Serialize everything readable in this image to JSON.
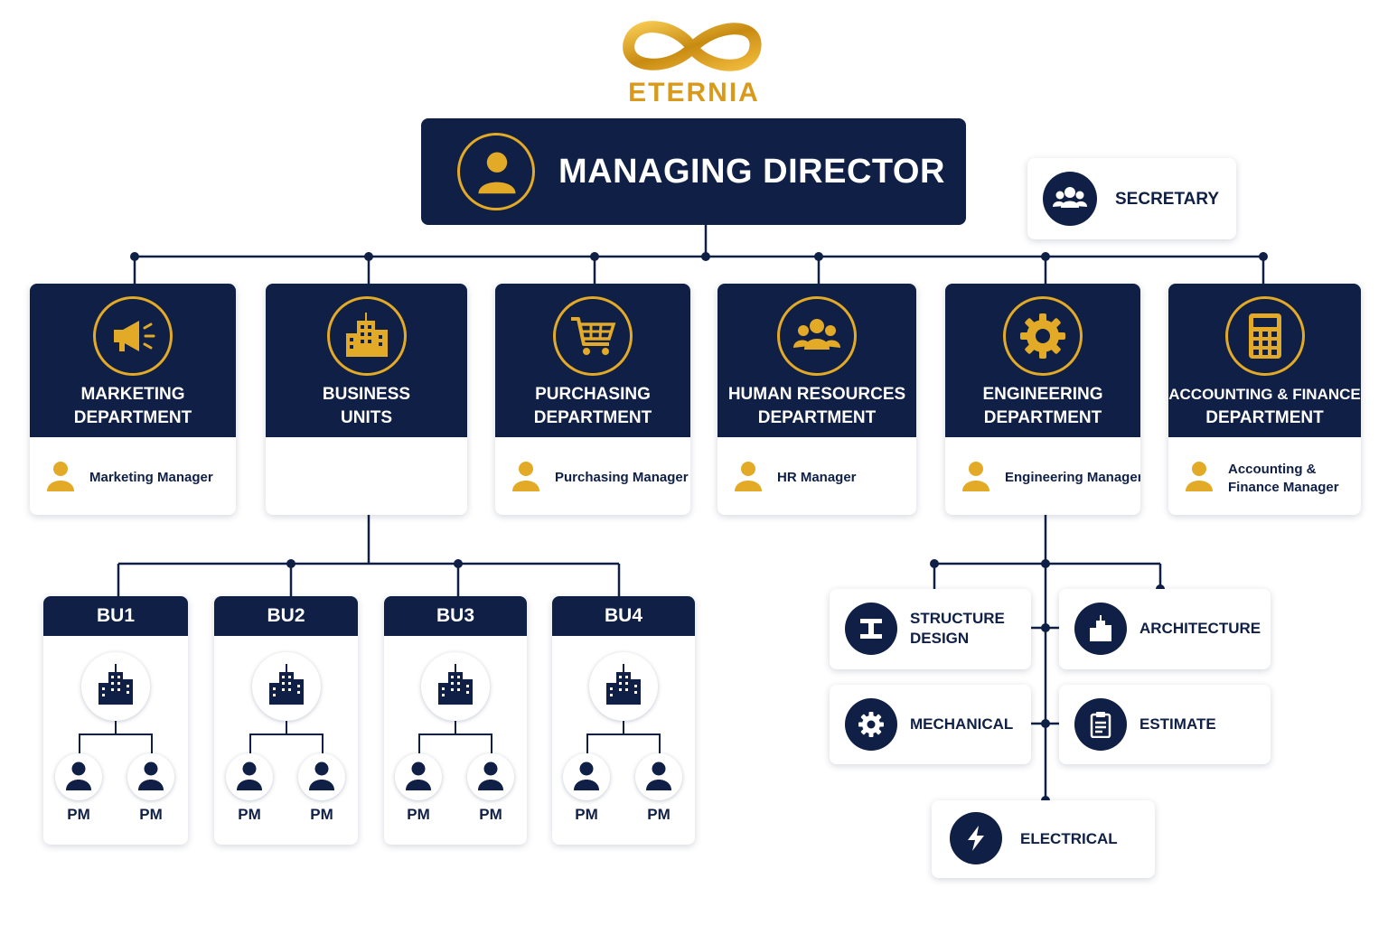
{
  "brand": {
    "name": "ETERNIA"
  },
  "director": {
    "title": "MANAGING DIRECTOR"
  },
  "secretary": {
    "title": "SECRETARY"
  },
  "departments": [
    {
      "name_line1": "MARKETING",
      "name_line2": "DEPARTMENT",
      "manager_line1": "Marketing Manager",
      "manager_line2": "",
      "icon": "megaphone-icon"
    },
    {
      "name_line1": "BUSINESS",
      "name_line2": "UNITS",
      "manager_line1": "",
      "manager_line2": "",
      "icon": "building-icon"
    },
    {
      "name_line1": "PURCHASING",
      "name_line2": "DEPARTMENT",
      "manager_line1": "Purchasing Manager",
      "manager_line2": "",
      "icon": "shopping-cart-icon"
    },
    {
      "name_line1": "HUMAN RESOURCES",
      "name_line2": "DEPARTMENT",
      "manager_line1": "HR Manager",
      "manager_line2": "",
      "icon": "team-icon"
    },
    {
      "name_line1": "ENGINEERING",
      "name_line2": "DEPARTMENT",
      "manager_line1": "Engineering Manager",
      "manager_line2": "",
      "icon": "gear-icon"
    },
    {
      "name_line1": "ACCOUNTING & FINANCE",
      "name_line2": "DEPARTMENT",
      "manager_line1": "Accounting &",
      "manager_line2": "Finance Manager",
      "icon": "calculator-icon"
    }
  ],
  "business_units": [
    {
      "title": "BU1",
      "pm_left": "PM",
      "pm_right": "PM"
    },
    {
      "title": "BU2",
      "pm_left": "PM",
      "pm_right": "PM"
    },
    {
      "title": "BU3",
      "pm_left": "PM",
      "pm_right": "PM"
    },
    {
      "title": "BU4",
      "pm_left": "PM",
      "pm_right": "PM"
    }
  ],
  "engineering_units": {
    "structure_line1": "STRUCTURE",
    "structure_line2": "DESIGN",
    "architecture": "ARCHITECTURE",
    "mechanical": "MECHANICAL",
    "estimate": "ESTIMATE",
    "electrical": "ELECTRICAL"
  },
  "colors": {
    "navy": "#0f1f45",
    "gold": "#e2aa26",
    "background": "#ffffff"
  }
}
